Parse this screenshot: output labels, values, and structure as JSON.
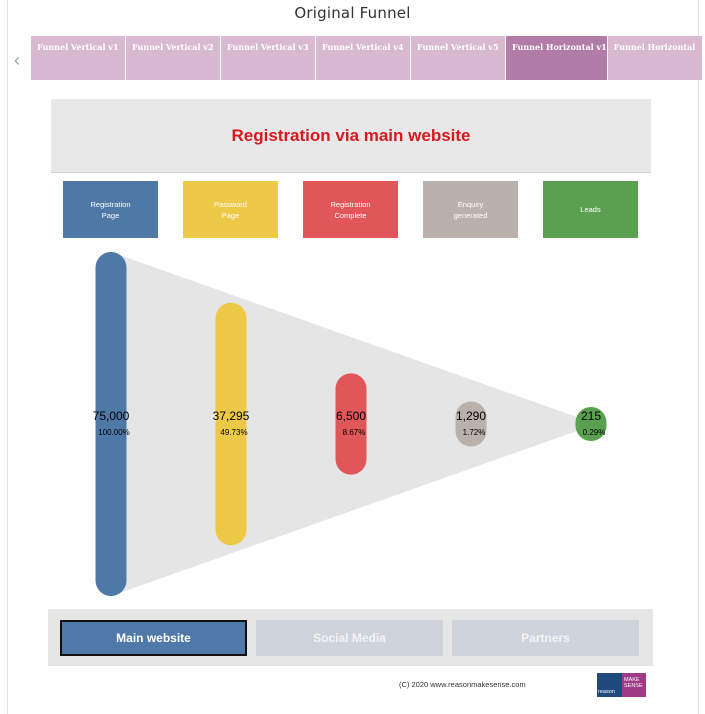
{
  "page_title": "Original Funnel",
  "nav": {
    "prev_glyph": "‹",
    "next_glyph": "›"
  },
  "tabs": [
    {
      "label": "Funnel Vertical v1",
      "active": false
    },
    {
      "label": "Funnel Vertical v2",
      "active": false
    },
    {
      "label": "Funnel Vertical v3",
      "active": false
    },
    {
      "label": "Funnel Vertical v4",
      "active": false
    },
    {
      "label": "Funnel Vertical v5",
      "active": false
    },
    {
      "label": "Funnel Horizontal v1",
      "active": true
    },
    {
      "label": "Funnel Horizontal",
      "active": false
    }
  ],
  "banner_title": "Registration via main website",
  "chart_data": {
    "type": "funnel",
    "stages": [
      {
        "name": "Registration\nPage",
        "value": 75000,
        "value_label": "75,000",
        "pct_label": "100.00%",
        "color": "#4e79a7"
      },
      {
        "name": "Password\nPage",
        "value": 37295,
        "value_label": "37,295",
        "pct_label": "49.73%",
        "color": "#edc948"
      },
      {
        "name": "Registration\nComplete",
        "value": 6500,
        "value_label": "6,500",
        "pct_label": "8.67%",
        "color": "#e15759"
      },
      {
        "name": "Enquiry\ngenerated",
        "value": 1290,
        "value_label": "1,290",
        "pct_label": "1.72%",
        "color": "#bab0ac"
      },
      {
        "name": "Leads",
        "value": 215,
        "value_label": "215",
        "pct_label": "0.29%",
        "color": "#59a14f"
      }
    ]
  },
  "toggles": [
    {
      "label": "Main website",
      "active": true
    },
    {
      "label": "Social Media",
      "active": false
    },
    {
      "label": "Partners",
      "active": false
    }
  ],
  "copyright": "(C) 2020 www.reasonmakesense.com",
  "logo": {
    "left_text": "reason",
    "right_text": "MAKE\nSENSE"
  },
  "colors": {
    "banner_title": "#d81920",
    "active_tab": "#b17ca7",
    "tab": "#d8b9d1",
    "active_toggle": "#4f79a9"
  }
}
